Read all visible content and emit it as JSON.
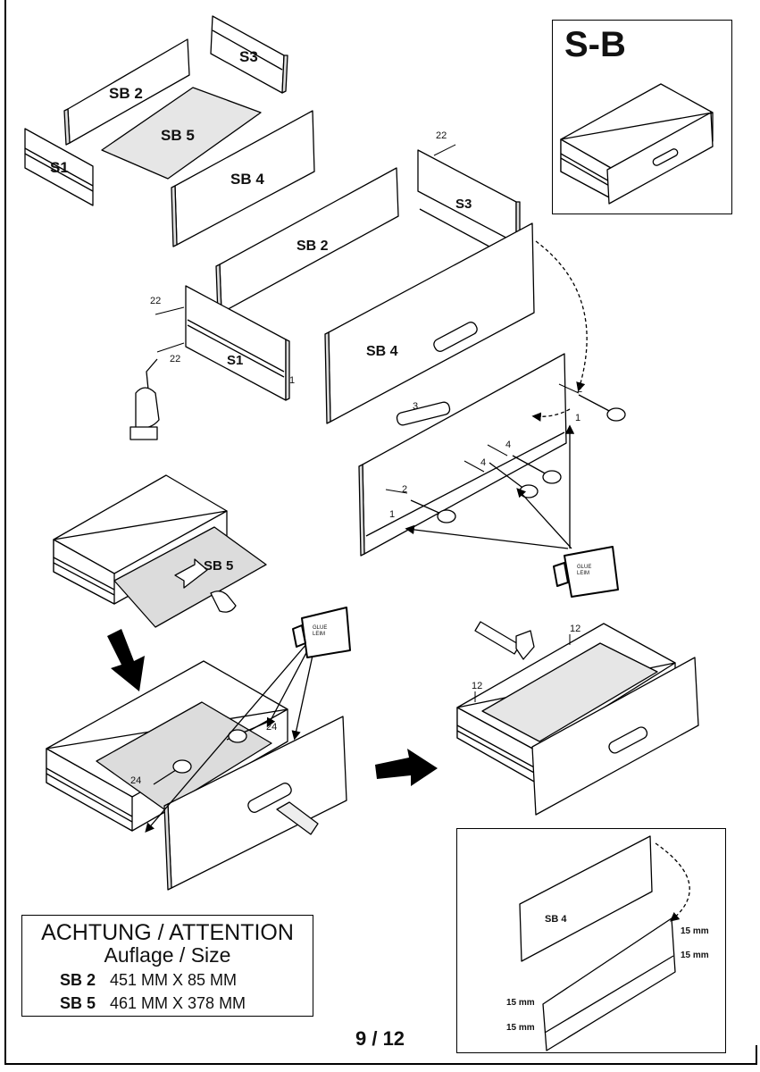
{
  "header": {
    "variant": "S-B"
  },
  "parts": {
    "s1": "S1",
    "s3": "S3",
    "sb2": "SB 2",
    "sb4": "SB 4",
    "sb5": "SB 5"
  },
  "callouts": {
    "n1": "1",
    "n2": "2",
    "n3": "3",
    "n4": "4",
    "n12": "12",
    "n22": "22",
    "n24": "24"
  },
  "glue_label": {
    "line1": "GLUE",
    "line2": "LEIM"
  },
  "attention": {
    "title": "ACHTUNG / ATTENTION",
    "subtitle": "Auflage / Size",
    "rows": [
      {
        "part": "SB 2",
        "size": "451 MM X 85 MM"
      },
      {
        "part": "SB 5",
        "size": "461 MM X 378 MM"
      }
    ]
  },
  "detail": {
    "part": "SB 4",
    "measure": "15 mm"
  },
  "page_number": "9 / 12"
}
